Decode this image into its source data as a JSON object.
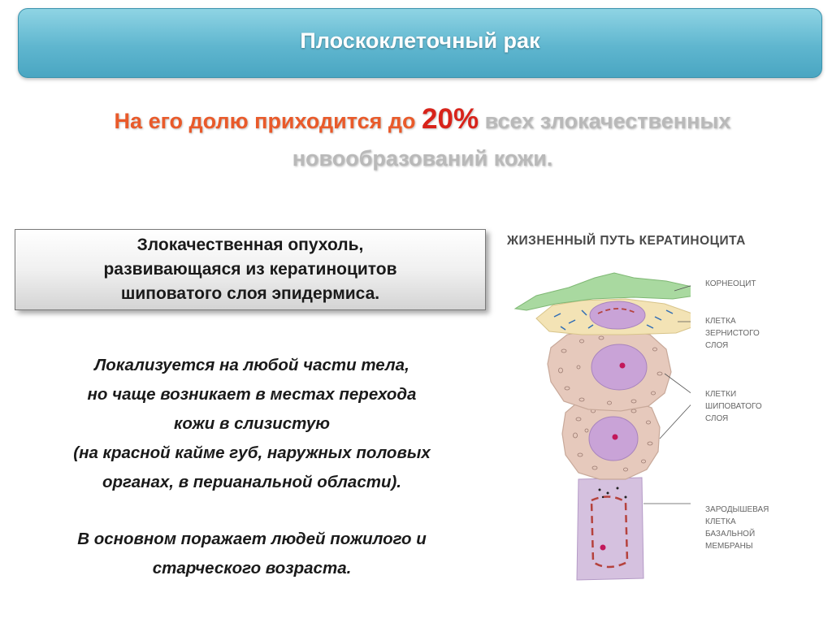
{
  "header": {
    "title": "Плоскоклеточный рак"
  },
  "stat": {
    "prefix": "На его долю приходится до ",
    "value": "20%",
    "suffix": " всех злокачественных",
    "line2": "новообразований кожи."
  },
  "definition": {
    "line1": "Злокачественная опухоль,",
    "line2": "развивающаяся из кератиноцитов",
    "line3": "шиповатого слоя эпидермиса."
  },
  "localization": {
    "line1": "Локализуется на любой части тела,",
    "line2": "но чаще возникает в местах перехода",
    "line3": "кожи в слизистую",
    "line4": "(на красной кайме губ, наружных половых",
    "line5": "органах, в перианальной области)."
  },
  "age": {
    "line1": "В основном поражает людей пожилого и",
    "line2": "старческого возраста."
  },
  "diagram": {
    "title": "ЖИЗНЕННЫЙ ПУТЬ КЕРАТИНОЦИТА",
    "labels": {
      "corneocyte": "КОРНЕОЦИТ",
      "granular_1": "КЛЕТКА",
      "granular_2": "ЗЕРНИСТОГО",
      "granular_3": "СЛОЯ",
      "spinous_1": "КЛЕТКИ",
      "spinous_2": "ШИПОВАТОГО",
      "spinous_3": "СЛОЯ",
      "basal_1": "ЗАРОДЫШЕВАЯ",
      "basal_2": "КЛЕТКА",
      "basal_3": "БАЗАЛЬНОЙ",
      "basal_4": "МЕМБРАНЫ"
    },
    "colors": {
      "corneocyte": "#a9d9a0",
      "granular": "#f3e3b5",
      "spinous": "#e6c9bc",
      "basal": "#d5c1df",
      "nucleus": "#c9a3d7",
      "nucleolus": "#c2185b"
    }
  }
}
